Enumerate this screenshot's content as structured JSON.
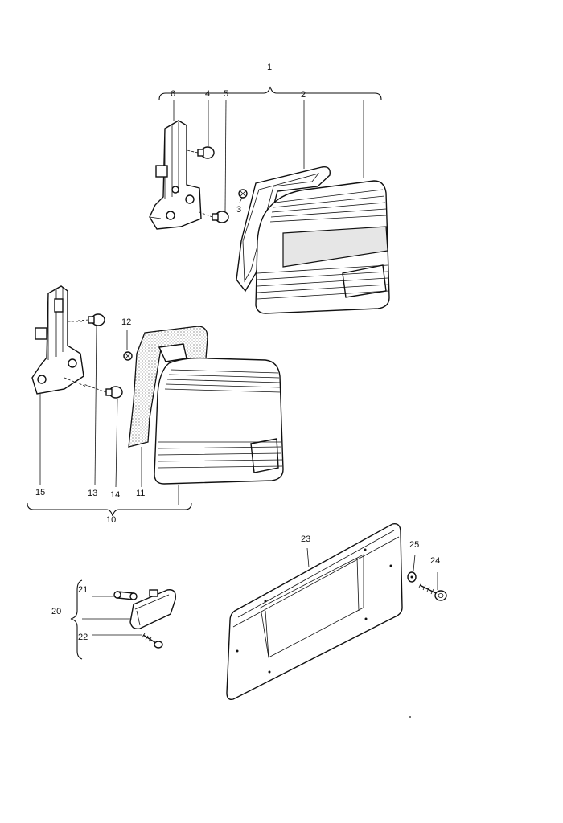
{
  "labels": {
    "l1": "1",
    "l2": "2",
    "l3": "3",
    "l4": "4",
    "l5": "5",
    "l6": "6",
    "l10": "10",
    "l11": "11",
    "l12": "12",
    "l13": "13",
    "l14": "14",
    "l15": "15",
    "l20": "20",
    "l21": "21",
    "l22": "22",
    "l23": "23",
    "l24": "24",
    "l25": "25"
  }
}
